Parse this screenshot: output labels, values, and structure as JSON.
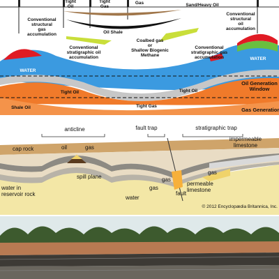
{
  "top": {
    "labels": {
      "tight_oil_top": "Tight\nOil",
      "tight_gas_top": "Tight\nGas",
      "gas_top": "Gas",
      "sand_heavy_oil": "Sand/Heavy Oil",
      "oil_shale": "Oil Shale",
      "conv_structural_left": "Conventional\nstructural\ngas\naccumulation",
      "conv_structural_right": "Conventional\nstructural\noil\naccumulation",
      "conv_strat_left": "Conventional\nstratigraphic oil\naccumulation",
      "conv_strat_right": "Conventional\nstratigraphic gas\naccumulation",
      "coalbed": "Coalbed gas\nor\nShallow Biogenic\nMethane",
      "water_left": "WATER",
      "water_right": "WATER",
      "tight_oil_left": "Tight Oil",
      "tight_oil_right": "Tight Oil",
      "shale_oil": "Shale Oil",
      "tight_gas_bottom": "Tight Gas",
      "oil_window": "Oil Generation\nWindow",
      "gas_generation": "Gas Generation"
    }
  },
  "mid": {
    "labels": {
      "anticline": "anticline",
      "fault_trap": "fault trap",
      "strat_trap": "stratigraphic trap",
      "cap_rock": "cap rock",
      "oil": "oil",
      "gas_anticline": "gas",
      "impermeable": "impermeable\nlimestone",
      "spill_plane": "spill plane",
      "water_in_reservoir": "water in\nreservoir rock",
      "water": "water",
      "gas_mid": "gas",
      "gas_fault": "gas",
      "gas_strat": "gas",
      "fault": "fault",
      "permeable": "permeable\nlimestone",
      "copyright": "© 2012 Encyclopædia Britannica, Inc."
    }
  },
  "colors": {
    "water": "#2f8fd6",
    "tight_oil": "#f07a2a",
    "gas_red": "#e01b24",
    "green": "#7ac143",
    "shale": "#c7c7c7",
    "strata_beige": "#e9dcc4",
    "strata_gray": "#a8a49c",
    "reservoir_yellow": "#f3e7a6"
  }
}
